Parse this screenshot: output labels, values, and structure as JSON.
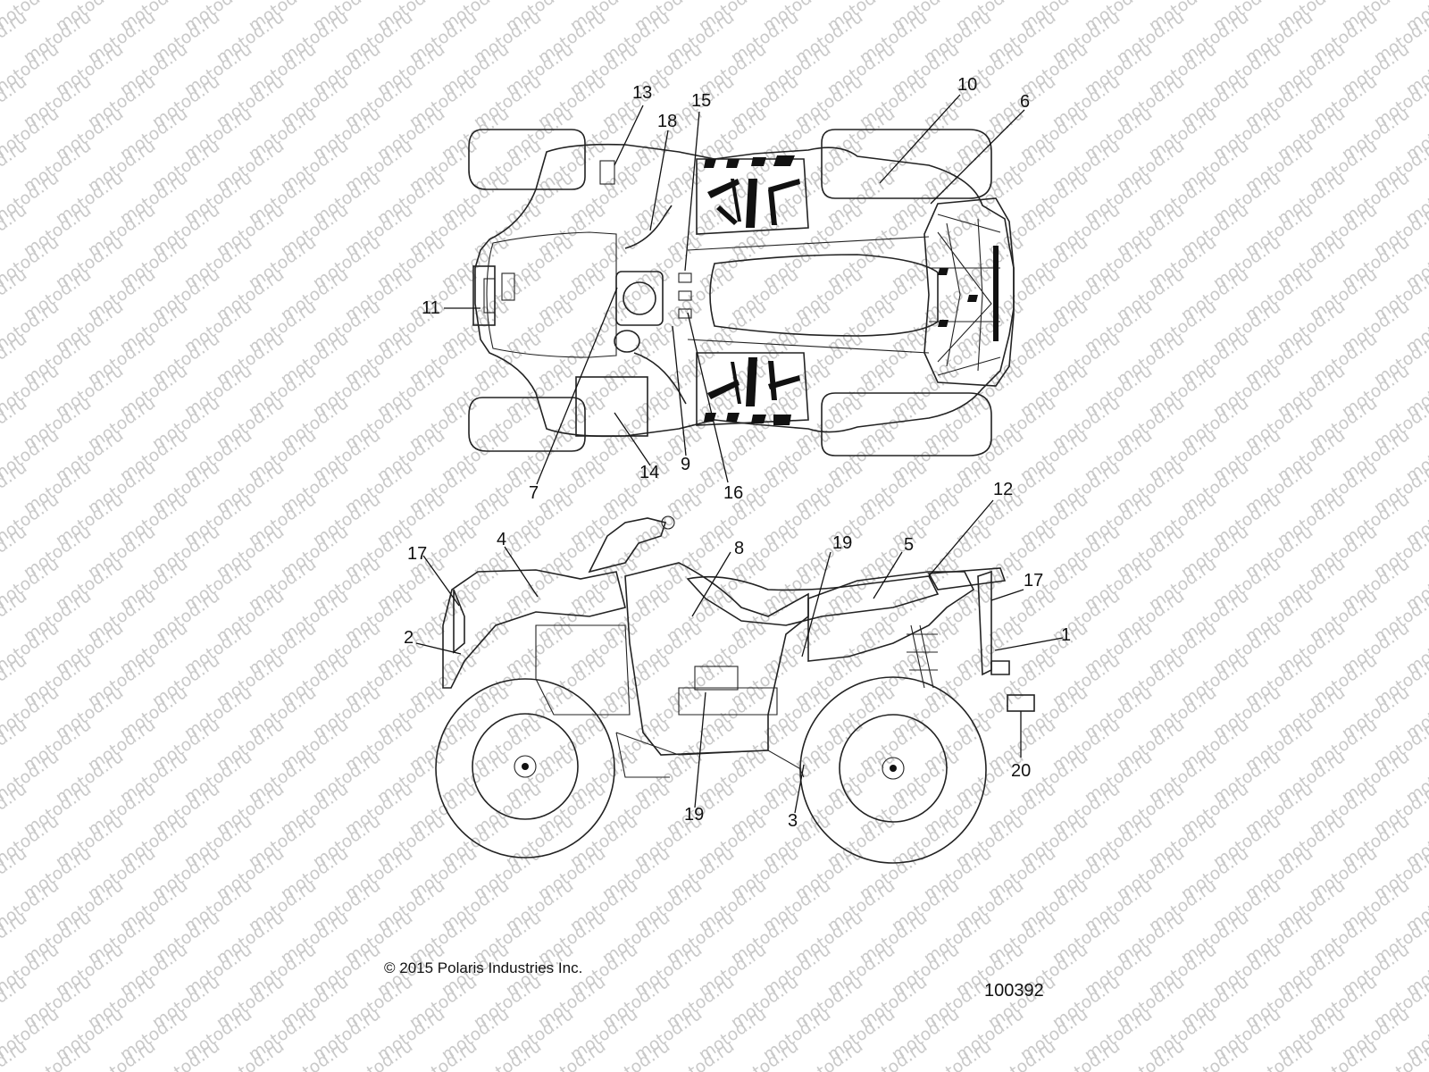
{
  "watermark": {
    "text": "motod.ru",
    "color": "#c9c9c9"
  },
  "callouts": [
    {
      "id": "c13",
      "text": "13"
    },
    {
      "id": "c18",
      "text": "18"
    },
    {
      "id": "c15",
      "text": "15"
    },
    {
      "id": "c10",
      "text": "10"
    },
    {
      "id": "c6",
      "text": "6"
    },
    {
      "id": "c11",
      "text": "11"
    },
    {
      "id": "c7",
      "text": "7"
    },
    {
      "id": "c14",
      "text": "14"
    },
    {
      "id": "c9",
      "text": "9"
    },
    {
      "id": "c16",
      "text": "16"
    },
    {
      "id": "c12",
      "text": "12"
    },
    {
      "id": "c4",
      "text": "4"
    },
    {
      "id": "c17a",
      "text": "17"
    },
    {
      "id": "c8",
      "text": "8"
    },
    {
      "id": "c19a",
      "text": "19"
    },
    {
      "id": "c5",
      "text": "5"
    },
    {
      "id": "c17b",
      "text": "17"
    },
    {
      "id": "c2",
      "text": "2"
    },
    {
      "id": "c1",
      "text": "1"
    },
    {
      "id": "c20",
      "text": "20"
    },
    {
      "id": "c19b",
      "text": "19"
    },
    {
      "id": "c3",
      "text": "3"
    }
  ],
  "footer": {
    "copyright": "© 2015 Polaris Industries Inc.",
    "drawing_number": "100392"
  }
}
